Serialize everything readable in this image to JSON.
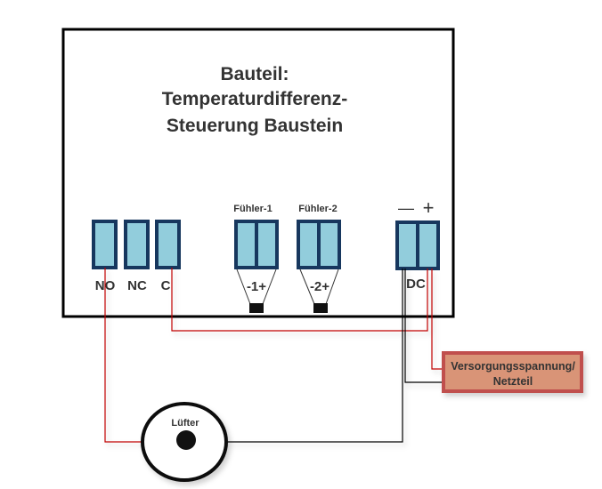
{
  "title": {
    "lines": [
      "Bauteil:",
      "Temperaturdifferenz-",
      "Steuerung Baustein"
    ]
  },
  "relay_terminals": [
    {
      "id": "NO",
      "label": "NO"
    },
    {
      "id": "NC",
      "label": "NC"
    },
    {
      "id": "C",
      "label": "C"
    }
  ],
  "sensors": [
    {
      "id": "fuehler-1",
      "header": "Fühler-1",
      "polarity_label": "-1+"
    },
    {
      "id": "fuehler-2",
      "header": "Fühler-2",
      "polarity_label": "-2+"
    }
  ],
  "dc_terminal": {
    "label": "DC",
    "minus_symbol": "—",
    "plus_symbol": "+"
  },
  "power_supply": {
    "line1": "Versorgungsspannung/",
    "line2": "Netzteil"
  },
  "fan": {
    "label": "Lüfter"
  },
  "colors": {
    "terminal_fill": "#92cddc",
    "terminal_border": "#17375e",
    "wire_red": "#c00000",
    "wire_black": "#000000",
    "power_fill": "#d99477",
    "power_border": "#c0504d"
  }
}
